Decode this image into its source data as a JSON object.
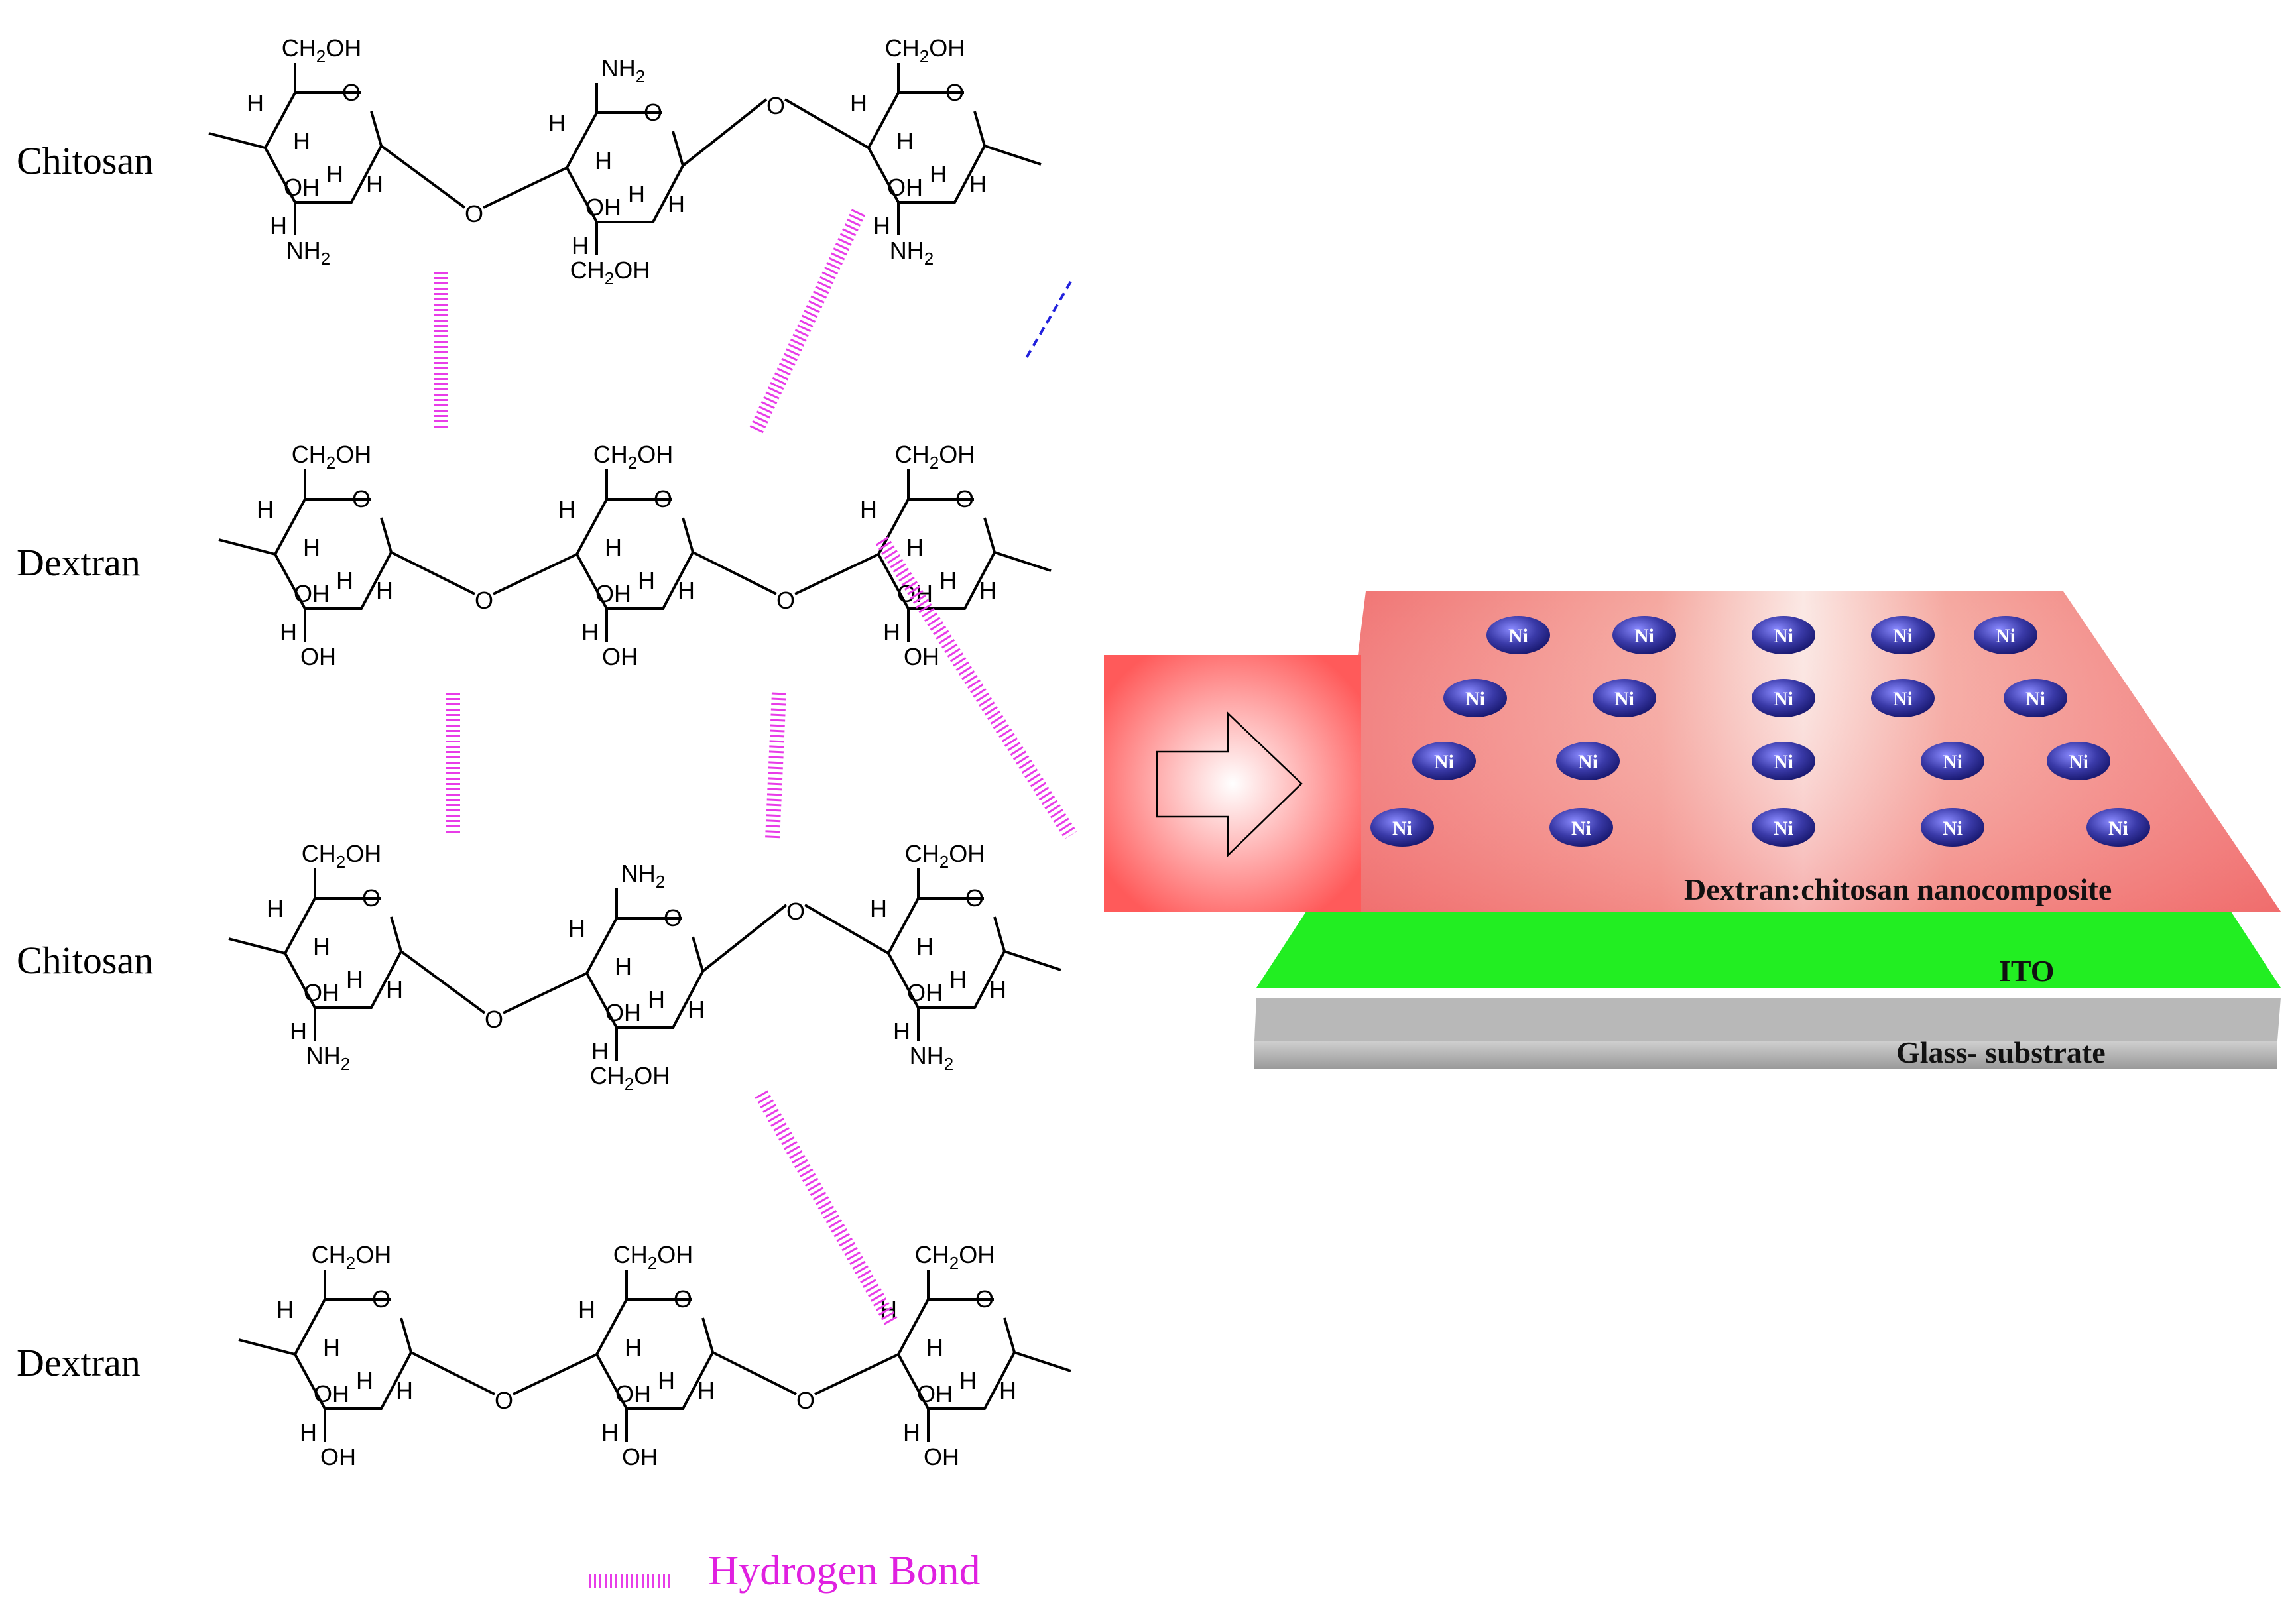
{
  "rows": [
    {
      "name": "Chitosan",
      "rings": [
        {
          "top": "CH2OH",
          "sub": "NH2",
          "br": [
            "OH",
            "H",
            "H"
          ]
        },
        {
          "top": "NH2",
          "sub": "CH2OH",
          "br": [
            "OH",
            "H",
            "H"
          ]
        },
        {
          "top": "CH2OH",
          "sub": "NH2",
          "br": [
            "OH",
            "H",
            "H"
          ]
        }
      ]
    },
    {
      "name": "Dextran",
      "rings": [
        {
          "top": "CH2OH",
          "sub": "OH",
          "br": [
            "OH",
            "H",
            "H"
          ]
        },
        {
          "top": "CH2OH",
          "sub": "OH",
          "br": [
            "OH",
            "H",
            "H"
          ]
        },
        {
          "top": "CH2OH",
          "sub": "OH",
          "br": [
            "OH",
            "H",
            "H"
          ]
        }
      ]
    },
    {
      "name": "Chitosan",
      "rings": [
        {
          "top": "CH2OH",
          "sub": "NH2",
          "br": [
            "OH",
            "H",
            "H"
          ]
        },
        {
          "top": "NH2",
          "sub": "CH2OH",
          "br": [
            "OH",
            "H",
            "H"
          ]
        },
        {
          "top": "CH2OH",
          "sub": "NH2",
          "br": [
            "OH",
            "H",
            "H"
          ]
        }
      ]
    },
    {
      "name": "Dextran",
      "rings": [
        {
          "top": "CH2OH",
          "sub": "OH",
          "br": [
            "OH",
            "H",
            "H"
          ]
        },
        {
          "top": "CH2OH",
          "sub": "OH",
          "br": [
            "OH",
            "H",
            "H"
          ]
        },
        {
          "top": "CH2OH",
          "sub": "OH",
          "br": [
            "OH",
            "H",
            "H"
          ]
        }
      ]
    }
  ],
  "atoms": {
    "oxygen": "O",
    "hydrogen": "H",
    "hydroxyl": "OH",
    "amine": "NH",
    "two": "2",
    "ch2": "CH",
    "hydroxymethyl_tail": "OH"
  },
  "legend": {
    "label": "Hydrogen Bond"
  },
  "device": {
    "nanocomposite_label": "Dextran:chitosan nanocomposite",
    "ito_label": "ITO",
    "glass_label": "Glass- substrate",
    "particle_label": "Ni",
    "particle_rows": [
      5,
      5,
      5,
      5
    ]
  },
  "colors": {
    "hbond": "#e83ce8",
    "dashed_bond": "#2222dd",
    "ito": "#22ee22",
    "glass": "#a8a8a8",
    "film": "#f07070",
    "arrow_box": "#ff5a5a",
    "nickel": "#3a3aa8"
  }
}
